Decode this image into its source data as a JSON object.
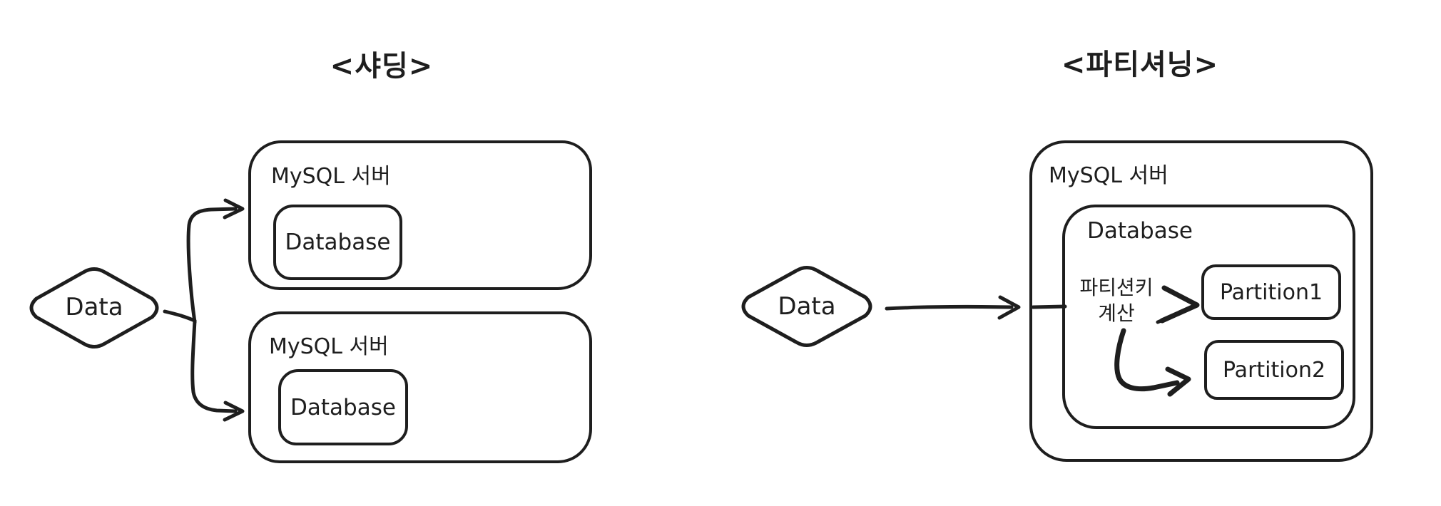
{
  "colors": {
    "ink": "#1e1e1e",
    "background": "#ffffff"
  },
  "left_diagram": {
    "title": "<샤딩>",
    "data_node": "Data",
    "servers": [
      {
        "label": "MySQL 서버",
        "database": "Database"
      },
      {
        "label": "MySQL 서버",
        "database": "Database"
      }
    ]
  },
  "right_diagram": {
    "title": "<파티셔닝>",
    "data_node": "Data",
    "server_label": "MySQL 서버",
    "database_label": "Database",
    "partition_key_line1": "파티션키",
    "partition_key_line2": "계산",
    "partitions": [
      {
        "label": "Partition1"
      },
      {
        "label": "Partition2"
      }
    ]
  }
}
